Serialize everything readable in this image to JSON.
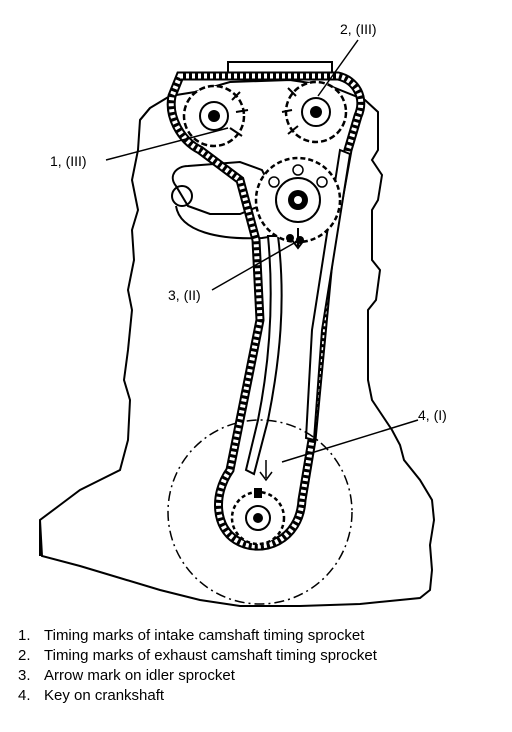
{
  "callouts": [
    {
      "id": "1",
      "text": "1, (III)"
    },
    {
      "id": "2",
      "text": "2, (III)"
    },
    {
      "id": "3",
      "text": "3, (II)"
    },
    {
      "id": "4",
      "text": "4, (I)"
    }
  ],
  "legend": [
    {
      "num": "1.",
      "text": "Timing marks of intake camshaft timing sprocket"
    },
    {
      "num": "2.",
      "text": "Timing marks of exhaust camshaft timing sprocket"
    },
    {
      "num": "3.",
      "text": "Arrow mark on idler sprocket"
    },
    {
      "num": "4.",
      "text": "Key on crankshaft"
    }
  ]
}
